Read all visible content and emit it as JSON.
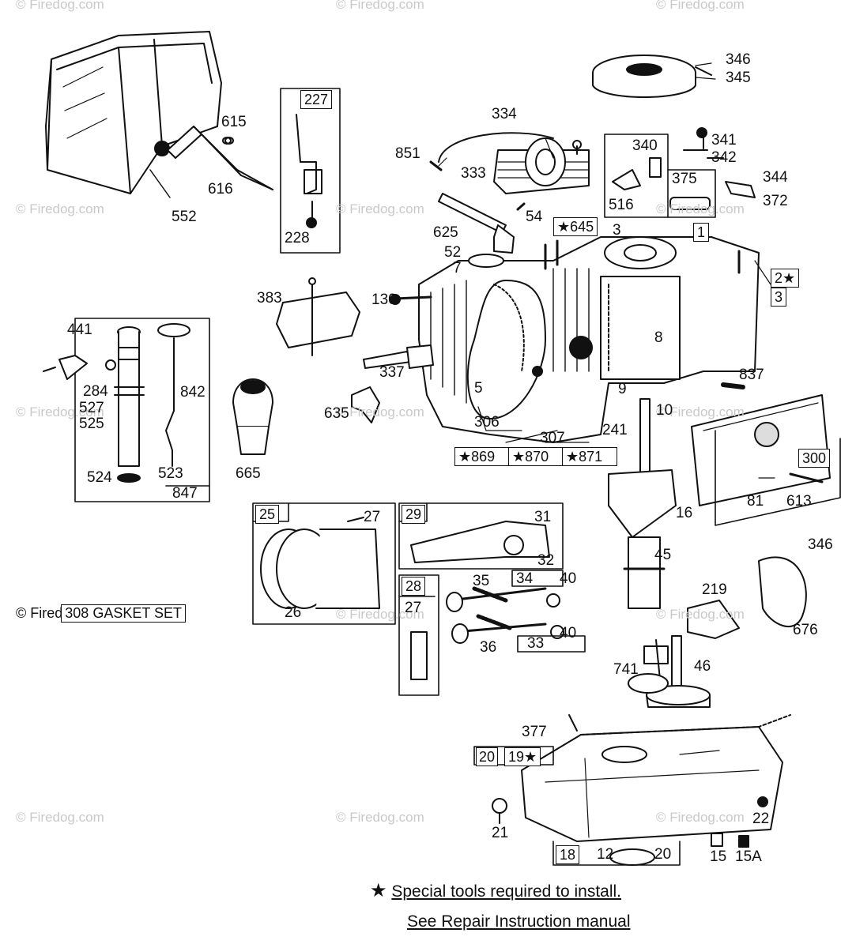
{
  "watermark": "© Firedog.com",
  "watermark_short": "© Fired",
  "labels": {
    "l615": "615",
    "l616": "616",
    "l552": "552",
    "l227": "227",
    "l228": "228",
    "l334": "334",
    "l851": "851",
    "l333": "333",
    "l54": "54",
    "l625": "625",
    "l52": "52",
    "l7": "7",
    "l340": "340",
    "l341": "341",
    "l342": "342",
    "l375": "375",
    "l344": "344",
    "l372": "372",
    "l516": "516",
    "l346a": "346",
    "l345": "345",
    "l645": "645",
    "l3a": "3",
    "l1": "1",
    "l2": "2",
    "l3b": "3",
    "l383": "383",
    "l130": "130",
    "l8": "8",
    "l837": "837",
    "l9": "9",
    "l10": "10",
    "l5": "5",
    "l337": "337",
    "l635": "635",
    "l306": "306",
    "l307": "307",
    "l241": "241",
    "l869": "869",
    "l870": "870",
    "l871": "871",
    "l441": "441",
    "l284": "284",
    "l527": "527",
    "l525": "525",
    "l842": "842",
    "l523": "523",
    "l524": "524",
    "l847": "847",
    "l665": "665",
    "l300": "300",
    "l81": "81",
    "l613": "613",
    "l16": "16",
    "l25": "25",
    "l27a": "27",
    "l26": "26",
    "l29": "29",
    "l31": "31",
    "l32": "32",
    "l28": "28",
    "l27b": "27",
    "l35": "35",
    "l34": "34",
    "l40a": "40",
    "l40b": "40",
    "l33": "33",
    "l36": "36",
    "l45": "45",
    "l219": "219",
    "l346b": "346",
    "l676": "676",
    "l741": "741",
    "l46": "46",
    "l377": "377",
    "l20a": "20",
    "l19": "19",
    "l21": "21",
    "l22": "22",
    "l18": "18",
    "l12": "12",
    "l20b": "20",
    "l15": "15",
    "l15a": "15A"
  },
  "gasket_set": "308 GASKET SET",
  "footnote": {
    "star": "★",
    "line1": "Special tools required to install.",
    "line2": "See Repair Instruction manual"
  }
}
